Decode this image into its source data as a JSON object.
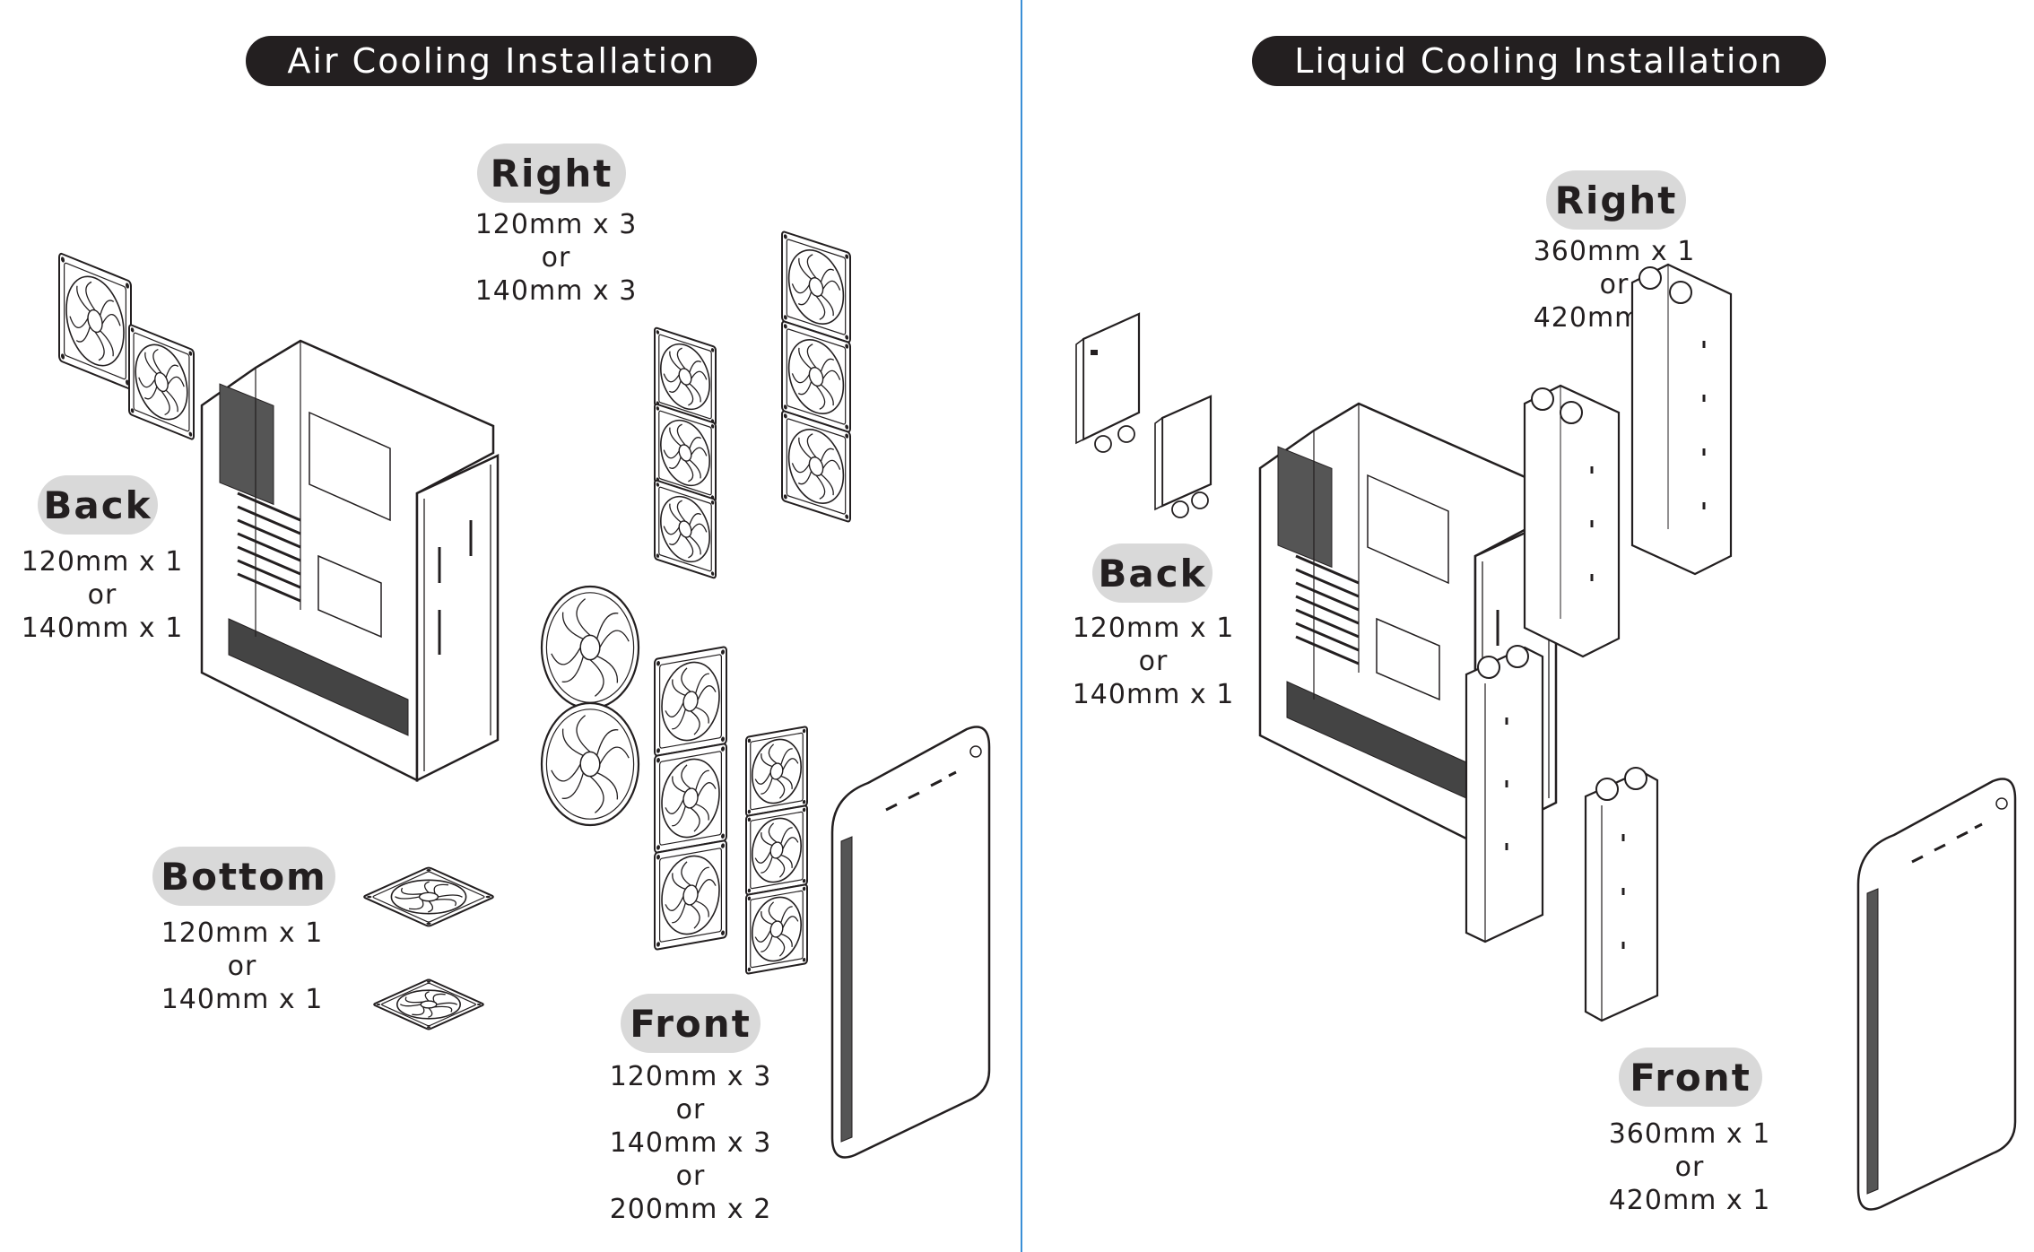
{
  "air": {
    "title": "Air Cooling Installation",
    "right": {
      "label": "Right",
      "lines": [
        "120mm x 3",
        "or",
        "140mm x 3"
      ]
    },
    "back": {
      "label": "Back",
      "lines": [
        "120mm x 1",
        "or",
        "140mm x 1"
      ]
    },
    "bottom": {
      "label": "Bottom",
      "lines": [
        "120mm x 1",
        "or",
        "140mm x 1"
      ]
    },
    "front": {
      "label": "Front",
      "lines": [
        "120mm x 3",
        "or",
        "140mm x 3",
        "or",
        "200mm x 2"
      ]
    }
  },
  "liquid": {
    "title": "Liquid Cooling Installation",
    "right": {
      "label": "Right",
      "lines": [
        "360mm x 1",
        "or",
        "420mm x 1"
      ]
    },
    "back": {
      "label": "Back",
      "lines": [
        "120mm x 1",
        "or",
        "140mm x 1"
      ]
    },
    "front": {
      "label": "Front",
      "lines": [
        "360mm x 1",
        "or",
        "420mm x 1"
      ]
    }
  },
  "colors": {
    "pill": "#231f20",
    "badge": "#d9d9d9",
    "divider": "#3a8fd6",
    "line": "#231f20"
  },
  "icons": [
    "fan-icon",
    "radiator-icon",
    "pc-case-icon",
    "front-panel-icon"
  ]
}
